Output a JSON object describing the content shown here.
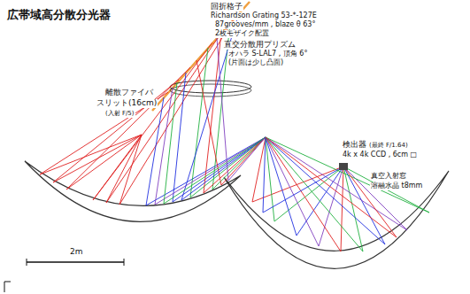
{
  "diagram": {
    "title": "広帯域高分散分光器",
    "labels": [
      "回折格子",
      "Richardson Grating 53-*-127E",
      "87grooves/mm , blaze θ 63°",
      "2枚モザイク配置",
      "直交分散用プリズム",
      "オハラ S-LAL7 , 頂角 6°",
      "(片面は少し凸面)",
      "離散ファイバ",
      "スリット(16cm)",
      "(入射 F/5)",
      "検出器",
      "(最終 F/1.64)",
      "4k x 4k CCD , 6cm □",
      "真空入射窓",
      "溶融水晶 t8mm",
      "2m"
    ]
  }
}
